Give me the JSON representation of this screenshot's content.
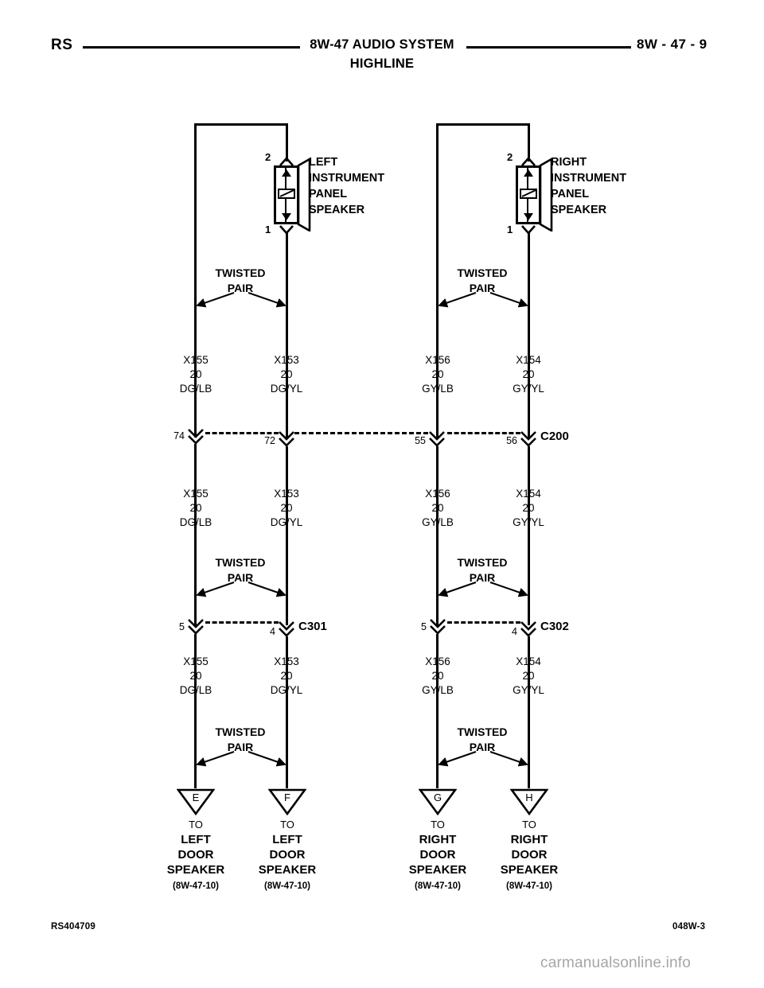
{
  "header": {
    "left_code": "RS",
    "title_line1": "8W-47 AUDIO SYSTEM",
    "title_line2": "HIGHLINE",
    "right_page": "8W - 47 - 9"
  },
  "footer": {
    "left_code": "RS404709",
    "right_code": "048W-3",
    "watermark": "carmanualsonline.info"
  },
  "speakers": [
    {
      "id": "left-instrument-panel-speaker",
      "label_lines": [
        "LEFT",
        "INSTRUMENT",
        "PANEL",
        "SPEAKER"
      ],
      "pin_top": "2",
      "pin_bottom": "1"
    },
    {
      "id": "right-instrument-panel-speaker",
      "label_lines": [
        "RIGHT",
        "INSTRUMENT",
        "PANEL",
        "SPEAKER"
      ],
      "pin_top": "2",
      "pin_bottom": "1"
    }
  ],
  "twisted_pair_label": {
    "line1": "TWISTED",
    "line2": "PAIR"
  },
  "wires": {
    "upper": [
      {
        "id": "X155",
        "gauge": "20",
        "color": "DG/LB"
      },
      {
        "id": "X153",
        "gauge": "20",
        "color": "DG/YL"
      },
      {
        "id": "X156",
        "gauge": "20",
        "color": "GY/LB"
      },
      {
        "id": "X154",
        "gauge": "20",
        "color": "GY/YL"
      }
    ],
    "middle": [
      {
        "id": "X155",
        "gauge": "20",
        "color": "DG/LB"
      },
      {
        "id": "X153",
        "gauge": "20",
        "color": "DG/YL"
      },
      {
        "id": "X156",
        "gauge": "20",
        "color": "GY/LB"
      },
      {
        "id": "X154",
        "gauge": "20",
        "color": "GY/YL"
      }
    ],
    "lower": [
      {
        "id": "X155",
        "gauge": "20",
        "color": "DG/LB"
      },
      {
        "id": "X153",
        "gauge": "20",
        "color": "DG/YL"
      },
      {
        "id": "X156",
        "gauge": "20",
        "color": "GY/LB"
      },
      {
        "id": "X154",
        "gauge": "20",
        "color": "GY/YL"
      }
    ]
  },
  "connectors": {
    "c200": {
      "name": "C200",
      "pins": [
        "74",
        "72",
        "55",
        "56"
      ]
    },
    "c301": {
      "name": "C301",
      "pins": [
        "5",
        "4"
      ]
    },
    "c302": {
      "name": "C302",
      "pins": [
        "5",
        "4"
      ]
    }
  },
  "destinations": [
    {
      "letter": "E",
      "to": "TO",
      "line1": "LEFT",
      "line2": "DOOR",
      "line3": "SPEAKER",
      "ref": "(8W-47-10)"
    },
    {
      "letter": "F",
      "to": "TO",
      "line1": "LEFT",
      "line2": "DOOR",
      "line3": "SPEAKER",
      "ref": "(8W-47-10)"
    },
    {
      "letter": "G",
      "to": "TO",
      "line1": "RIGHT",
      "line2": "DOOR",
      "line3": "SPEAKER",
      "ref": "(8W-47-10)"
    },
    {
      "letter": "H",
      "to": "TO",
      "line1": "RIGHT",
      "line2": "DOOR",
      "line3": "SPEAKER",
      "ref": "(8W-47-10)"
    }
  ],
  "colors": {
    "ink": "#000000",
    "paper": "#ffffff",
    "watermark": "#a6a6a6"
  }
}
